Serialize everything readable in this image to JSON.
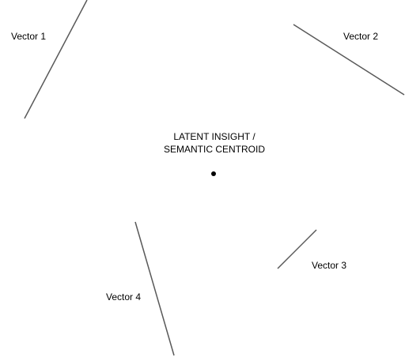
{
  "diagram": {
    "centroid": {
      "line1": "LATENT INSIGHT /",
      "line2": "SEMANTIC CENTROID"
    },
    "vectors": [
      {
        "label": "Vector 1"
      },
      {
        "label": "Vector 2"
      },
      {
        "label": "Vector 3"
      },
      {
        "label": "Vector 4"
      }
    ]
  },
  "colors": {
    "stroke": "#595959",
    "text": "#000000",
    "dot": "#000000"
  }
}
